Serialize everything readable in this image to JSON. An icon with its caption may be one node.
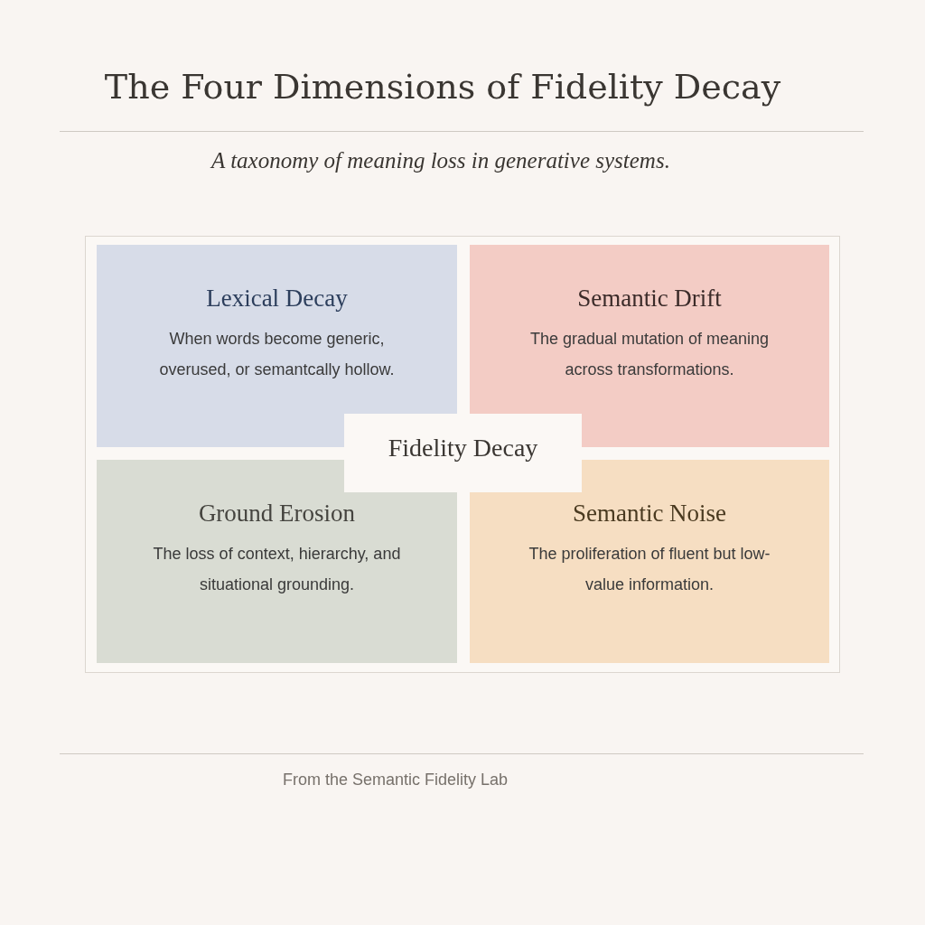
{
  "diagram": {
    "title": "The Four Dimensions of Fidelity Decay",
    "caption": "A taxonomy of meaning loss in generative systems.",
    "nodes": [
      {
        "text": [],
        "shape": "box"
      },
      {
        "text": [
          "Lexical Decay",
          "When words become generic, overused, or semantcally hollow."
        ],
        "in": 0
      },
      {
        "text": [
          "Semantic Drift",
          "The gradual mutation of meaning across transformations."
        ],
        "in": 0
      },
      {
        "text": [
          "Ground Erosion",
          "The loss of context, hierarchy, and situational grounding."
        ],
        "in": 0
      },
      {
        "text": [
          "Semantic Noise",
          "The proliferation of fluent but low-value information."
        ],
        "in": 0
      },
      {
        "text": [
          "Fidelity Decay"
        ],
        "in": 0
      }
    ],
    "labels": [
      "From the Semantic Fidelity Lab"
    ]
  }
}
